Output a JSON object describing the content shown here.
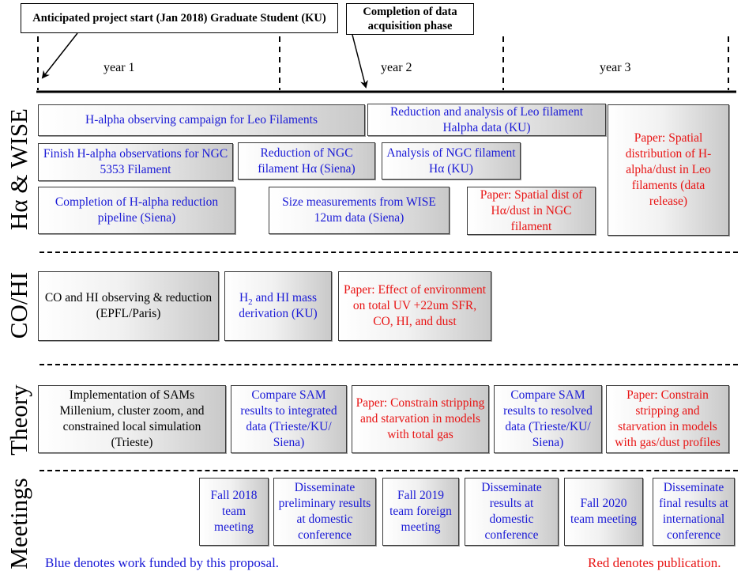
{
  "timeline": {
    "callout_start": "Anticipated project start (Jan 2018) Graduate Student (KU)",
    "callout_completion": "Completion of data acquisition phase",
    "years": [
      "year 1",
      "year 2",
      "year 3"
    ]
  },
  "rows": {
    "halpha": "Hα & WISE",
    "cohi": "CO/HI",
    "theory": "Theory",
    "meetings": "Meetings"
  },
  "halpha": {
    "campaign": "H-alpha observing campaign for Leo Filaments",
    "leo_reduction": "Reduction and analysis of Leo filament Halpha data (KU)",
    "finish_obs": "Finish H-alpha observations for NGC 5353 Filament",
    "ngc_reduction": "Reduction of NGC filament Hα (Siena)",
    "ngc_analysis": "Analysis  of NGC filament Hα (KU)",
    "pipeline": "Completion of H-alpha reduction pipeline (Siena)",
    "wise_size": "Size measurements from WISE 12um data (Siena)",
    "paper_ngc": "Paper: Spatial dist of Hα/dust in NGC filament",
    "paper_leo": "Paper: Spatial distribution of H-alpha/dust in Leo filaments (data release)"
  },
  "cohi": {
    "observing": "CO and HI observing & reduction (EPFL/Paris)",
    "h2_pre": "H",
    "h2_sub": "2",
    "h2_post": " and HI mass derivation (KU)",
    "paper_env": "Paper: Effect of environment on total UV +22um SFR, CO, HI, and dust"
  },
  "theory": {
    "sams": "Implementation of SAMs Millenium, cluster zoom, and constrained local simulation (Trieste)",
    "compare_integrated": "Compare SAM results to integrated data (Trieste/KU/ Siena)",
    "paper_total_gas": "Paper: Constrain stripping and starvation in models with total gas",
    "compare_resolved": "Compare SAM results to resolved data (Trieste/KU/ Siena)",
    "paper_profiles": "Paper: Constrain stripping and starvation in models with gas/dust profiles"
  },
  "meetings": {
    "fall2018": "Fall 2018 team meeting",
    "dissem_prelim": "Disseminate preliminary results at domestic conference",
    "fall2019": "Fall 2019 team foreign meeting",
    "dissem_domestic": "Disseminate results at domestic conference",
    "fall2020": "Fall 2020 team meeting",
    "dissem_final": "Disseminate final results at international conference"
  },
  "legend": {
    "blue_note": "Blue denotes work funded by this proposal.",
    "red_note": "Red denotes publication."
  },
  "colors": {
    "funded": "#1a1ad6",
    "publication": "#e81414"
  }
}
